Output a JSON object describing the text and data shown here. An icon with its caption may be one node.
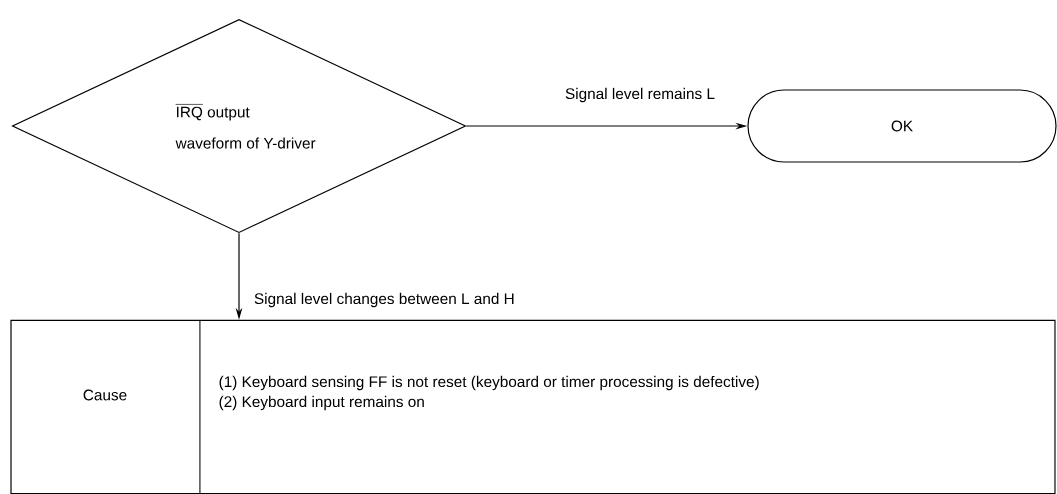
{
  "diagram": {
    "nodes": [
      {
        "text": [
          "\\overline{\\text{IRQ}}\\text{ output}",
          "waveform of Y-driver"
        ]
      },
      {
        "text": [
          "OK"
        ]
      },
      {
        "text": [
          "Cause",
          "(1)  Keyboard sensing FF is not reset (keyboard or timer processing is defective)",
          "(2)  Keyboard input remains on"
        ]
      }
    ],
    "edges": [
      {
        "from": 0,
        "to": 1,
        "arrow": "to",
        "label": "Signal level remains L"
      },
      {
        "from": 0,
        "to": 2,
        "arrow": "to",
        "label": "Signal level changes between L and H"
      }
    ]
  }
}
